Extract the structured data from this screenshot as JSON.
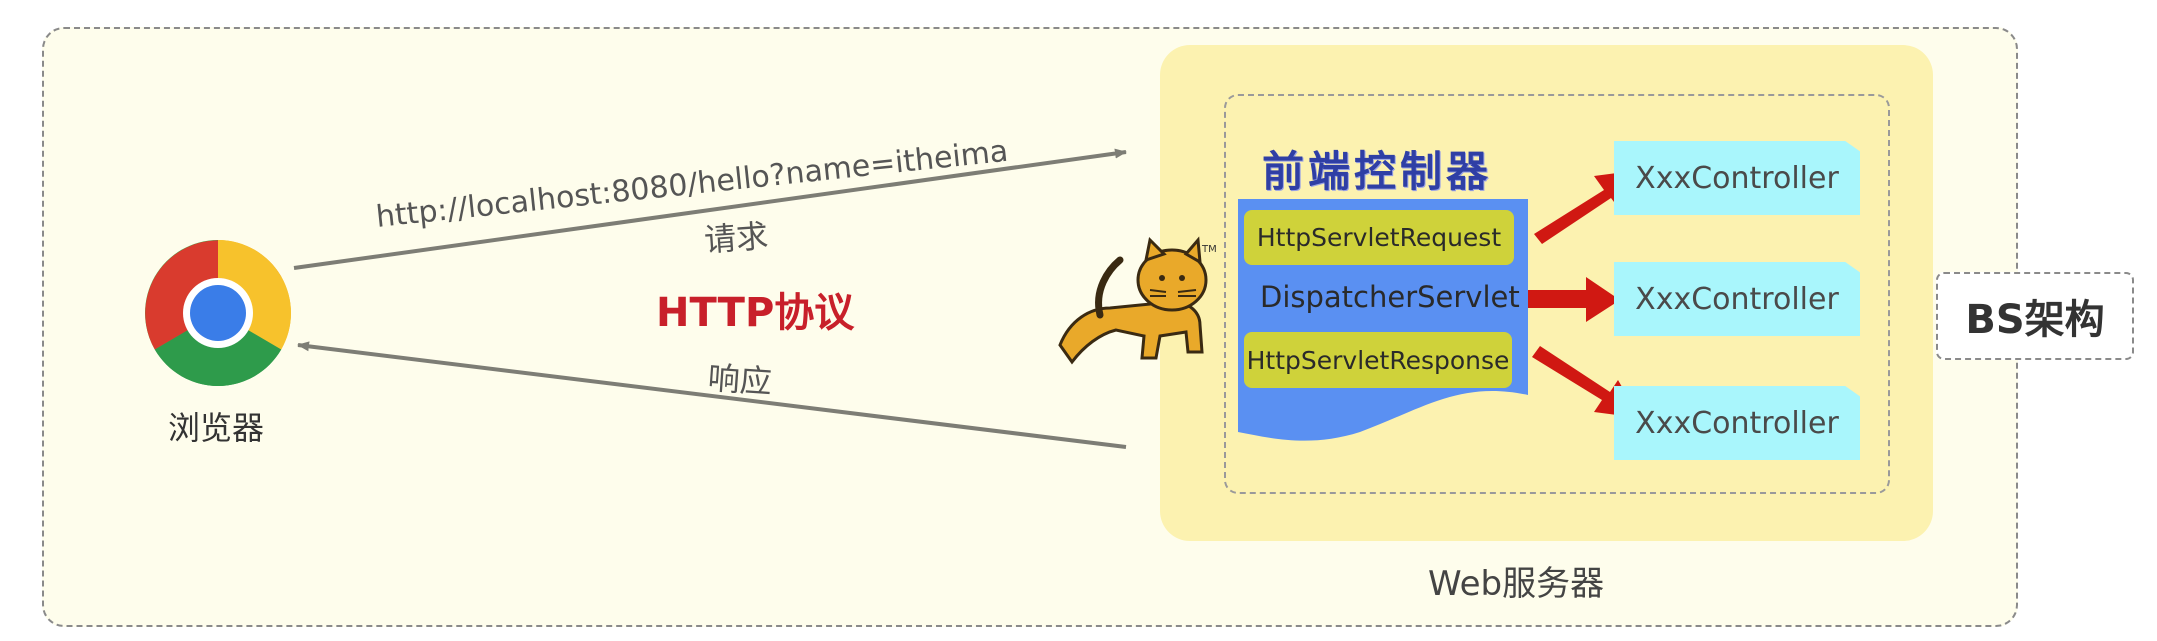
{
  "browser": {
    "label": "浏览器",
    "icon": "chrome-icon"
  },
  "request": {
    "url": "http://localhost:8080/hello?name=itheima",
    "label": "请求"
  },
  "response": {
    "label": "响应"
  },
  "protocol": {
    "label": "HTTP协议",
    "color": "#c8202a"
  },
  "server": {
    "label": "Web服务器",
    "icon": "tomcat-icon",
    "front_controller": {
      "title": "前端控制器",
      "request_object": "HttpServletRequest",
      "dispatcher": "DispatcherServlet",
      "response_object": "HttpServletResponse"
    },
    "controllers": [
      "XxxController",
      "XxxController",
      "XxxController"
    ]
  },
  "architecture": {
    "label": "BS架构"
  },
  "colors": {
    "outer_bg": "#fefdec",
    "server_bg": "#fcf2b0",
    "dispatcher_blue": "#5a90f2",
    "object_box": "#cfd23a",
    "controller_box": "#a9f6fc",
    "arrow_red": "#d01812",
    "arrow_gray": "#7d7d75"
  }
}
